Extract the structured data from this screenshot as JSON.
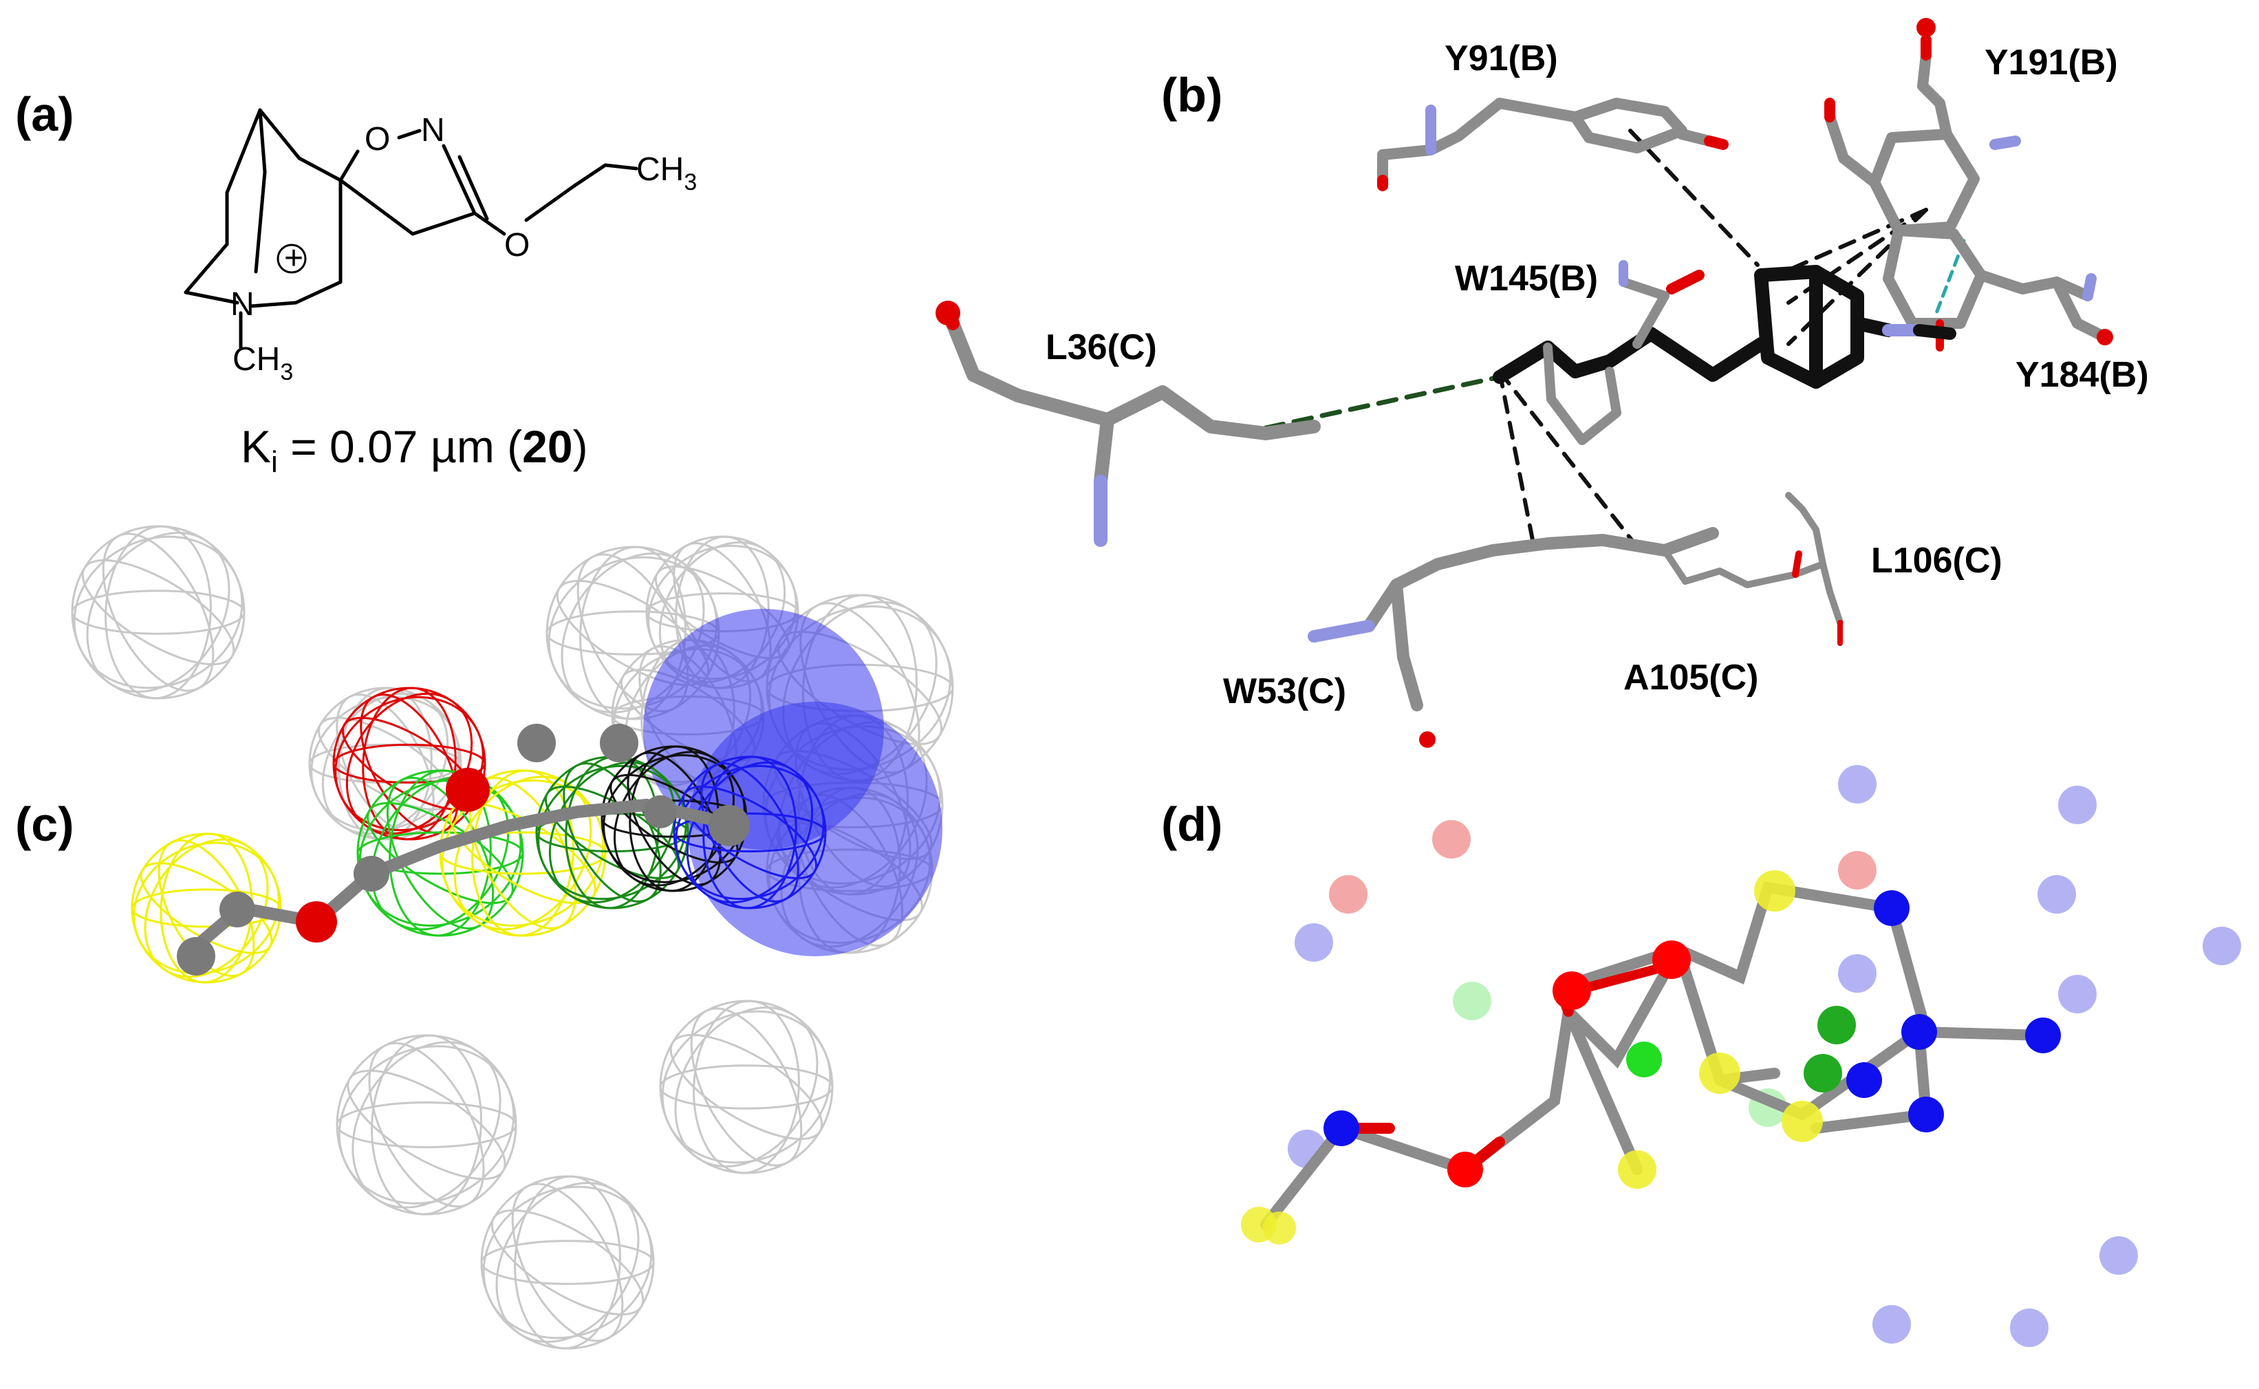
{
  "panels": {
    "a": "(a)",
    "b": "(b)",
    "c": "(c)",
    "d": "(d)"
  },
  "structure": {
    "ring_o": "O",
    "ring_n": "N",
    "ether_o": "O",
    "n_plus": "N",
    "ch3_top": "CH",
    "ch3_top_sub": "3",
    "ch3_bottom": "CH",
    "ch3_bottom_sub": "3",
    "charge": "+"
  },
  "ki": {
    "prefix": "K",
    "sub": "i",
    "value": " = 0.07 µm (",
    "compound": "20",
    "suffix": ")"
  },
  "residues": {
    "y91": "Y91(B)",
    "y191": "Y191(B)",
    "w145": "W145(B)",
    "l36": "L36(C)",
    "y184": "Y184(B)",
    "l106": "L106(C)",
    "w53": "W53(C)",
    "a105": "A105(C)"
  },
  "colors": {
    "carbon_grey": "#8c8c8c",
    "ligand_black": "#111111",
    "oxygen_red": "#e00000",
    "nitrogen_blue": "#8f93e0",
    "hbond_green": "#1a4d1a",
    "pi_cyan": "#2aa7a7",
    "pharm_yellow": "#f0f000",
    "pharm_green": "#22cc22",
    "pharm_blue": "#1a1aee"
  }
}
